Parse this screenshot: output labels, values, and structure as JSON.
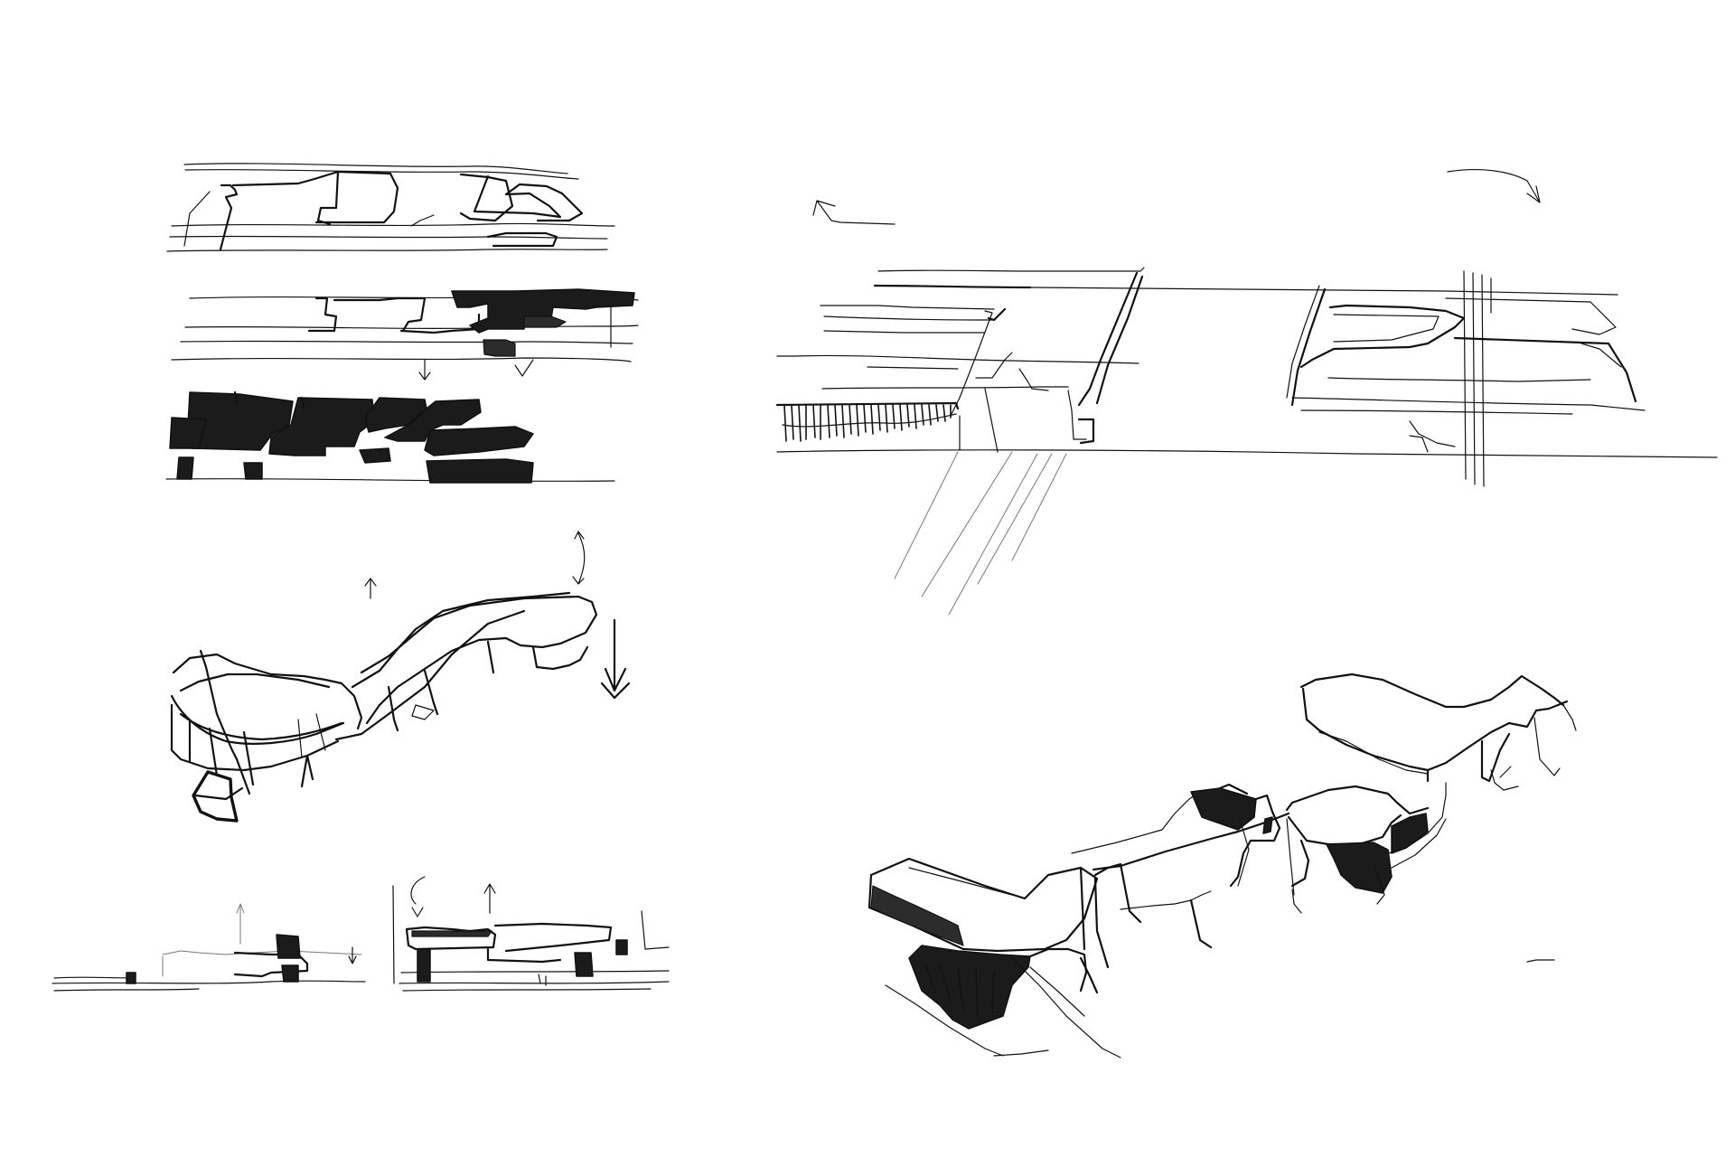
{
  "sheet": {
    "background": "#ffffff",
    "ink": "#111111",
    "panels": [
      "plan-strip-1",
      "plan-strip-2",
      "plan-strip-3",
      "massing-axonometric-left",
      "section-left",
      "section-right",
      "elevation-large",
      "axonometric-large"
    ],
    "arrows": [
      "arrow-up-left-icon",
      "arrow-curve-down-right-icon",
      "arrow-down-icon",
      "arrow-up-icon",
      "arrow-rotate-icon"
    ]
  }
}
